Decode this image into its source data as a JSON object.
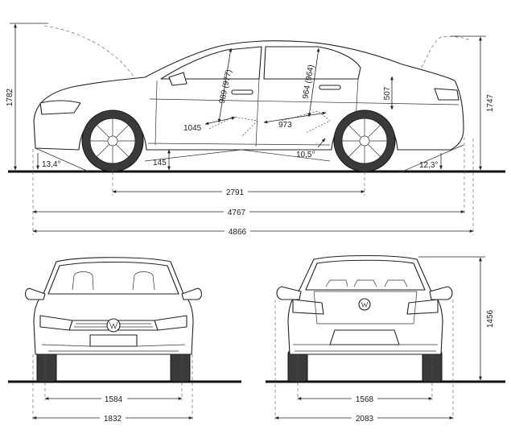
{
  "side_view": {
    "height": "1782",
    "height_rear": "1747",
    "approach_angle": "13,4°",
    "ramp_angle": "10,5°",
    "departure_angle": "12,3°",
    "ground_clearance": "145",
    "front_headroom": "989 (977)",
    "rear_headroom": "964 (964)",
    "front_legroom": "1045",
    "rear_legroom": "973",
    "trunk_height": "507",
    "wheelbase": "2791",
    "length": "4767",
    "overall_length": "4866"
  },
  "front_view": {
    "track_front": "1584",
    "width": "1832"
  },
  "rear_view": {
    "height": "1456",
    "track_rear": "1568",
    "width_mirrors": "2083"
  }
}
